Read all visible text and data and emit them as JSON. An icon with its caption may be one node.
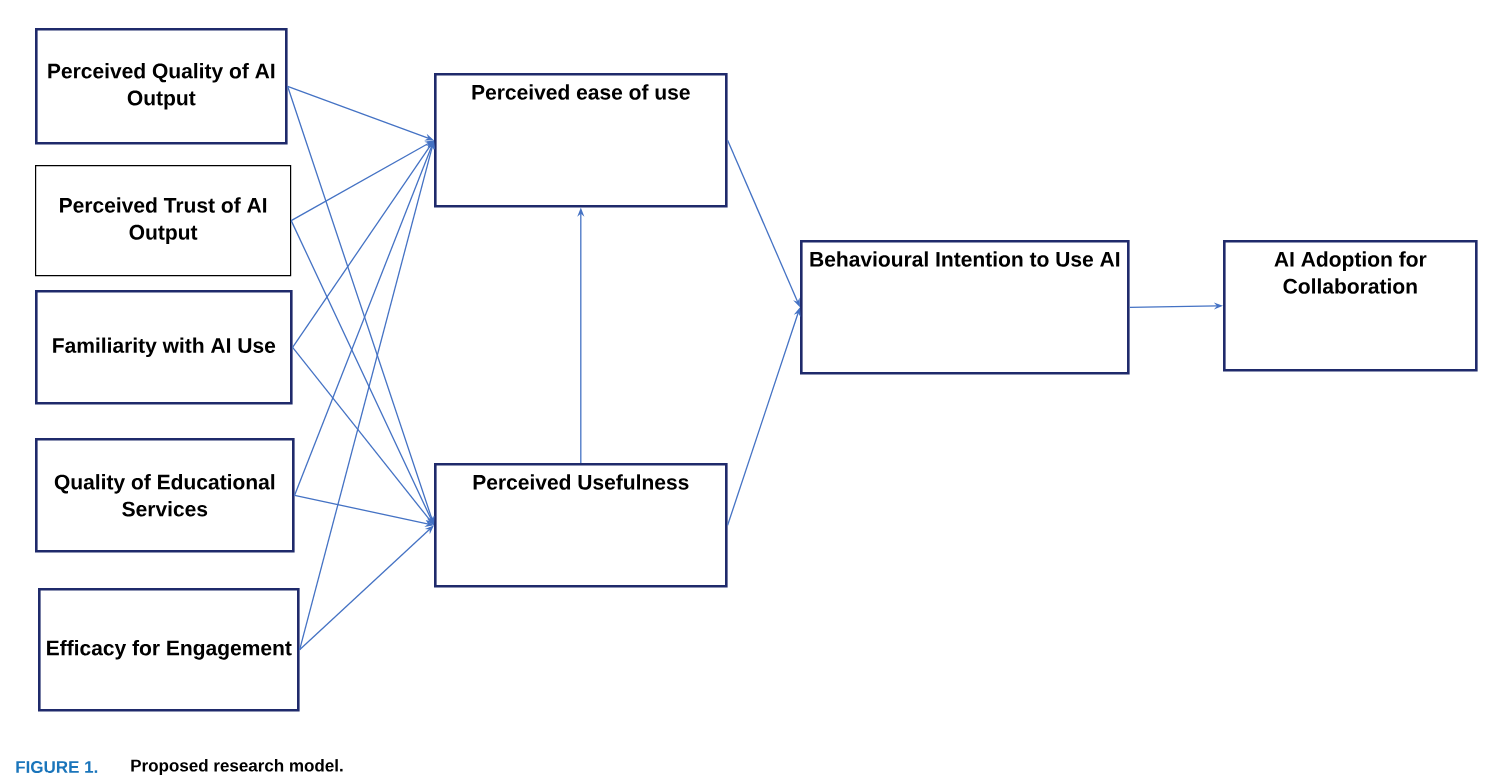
{
  "diagram": {
    "caption": "Proposed research model.",
    "nodes": [
      {
        "text": [
          "Perceived Quality of AI Output"
        ]
      },
      {
        "text": [
          "Perceived Trust of AI Output"
        ]
      },
      {
        "text": [
          "Familiarity with AI Use"
        ]
      },
      {
        "text": [
          "Quality of Educational Services"
        ]
      },
      {
        "text": [
          "Efficacy for Engagement"
        ]
      },
      {
        "text": [
          "Perceived ease of use"
        ]
      },
      {
        "text": [
          "Perceived Usefulness"
        ]
      },
      {
        "text": [
          "Behavioural Intention to Use AI"
        ]
      },
      {
        "text": [
          "AI Adoption for Collaboration"
        ]
      }
    ],
    "edges": [
      {
        "from": 0,
        "to": 5,
        "arrow": "to"
      },
      {
        "from": 0,
        "to": 6,
        "arrow": "to"
      },
      {
        "from": 1,
        "to": 5,
        "arrow": "to"
      },
      {
        "from": 1,
        "to": 6,
        "arrow": "to"
      },
      {
        "from": 2,
        "to": 5,
        "arrow": "to"
      },
      {
        "from": 2,
        "to": 6,
        "arrow": "to"
      },
      {
        "from": 3,
        "to": 5,
        "arrow": "to"
      },
      {
        "from": 3,
        "to": 6,
        "arrow": "to"
      },
      {
        "from": 4,
        "to": 5,
        "arrow": "to"
      },
      {
        "from": 4,
        "to": 6,
        "arrow": "to"
      },
      {
        "from": 6,
        "to": 5,
        "arrow": "to"
      },
      {
        "from": 5,
        "to": 7,
        "arrow": "to"
      },
      {
        "from": 6,
        "to": 7,
        "arrow": "to"
      },
      {
        "from": 7,
        "to": 8,
        "arrow": "to"
      }
    ],
    "labels": [
      "FIGURE 1."
    ]
  }
}
